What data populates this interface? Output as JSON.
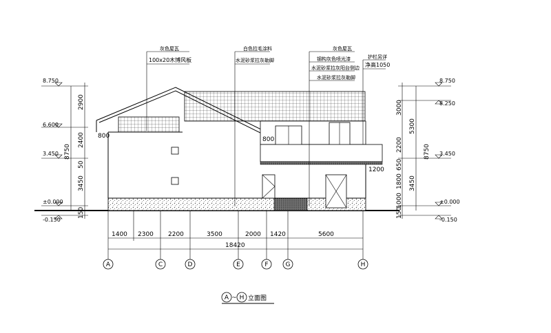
{
  "drawing": {
    "title_axis_start": "A",
    "title_tilde": "~",
    "title_axis_end": "H",
    "title_text": "立面图"
  },
  "levels_left": [
    "8.750",
    "6.600",
    "3.450",
    "±0.000",
    "-0.150"
  ],
  "levels_right": [
    "8.750",
    "8.250",
    "3.450",
    "±0.000",
    "-0.150"
  ],
  "dims_left": [
    "2900",
    "2400",
    "50",
    "3450",
    "150",
    "8750"
  ],
  "dims_right": [
    "3000",
    "5300",
    "2200",
    "650",
    "1800",
    "3450",
    "1000",
    "150",
    "8750"
  ],
  "dims_bottom": [
    "1400",
    "2300",
    "2200",
    "3500",
    "2000",
    "1420",
    "5600"
  ],
  "dim_total": "18420",
  "dims_local": [
    "800",
    "800",
    "1200"
  ],
  "axes": [
    "A",
    "C",
    "D",
    "E",
    "F",
    "G",
    "H"
  ],
  "annotations": {
    "a1": "灰色屋瓦",
    "a2": "100x20木博风板",
    "b1": "白色拉毛涂料",
    "b2": "水泥砂浆拉灰勒脚",
    "c1": "灰色屋瓦",
    "c2": "钢构灰色喷光漆",
    "c3": "水泥砂浆拉灰阳台侧边",
    "c4": "水泥砂浆拉灰勒脚",
    "d1": "护栏另详",
    "d2": "净高1050"
  }
}
